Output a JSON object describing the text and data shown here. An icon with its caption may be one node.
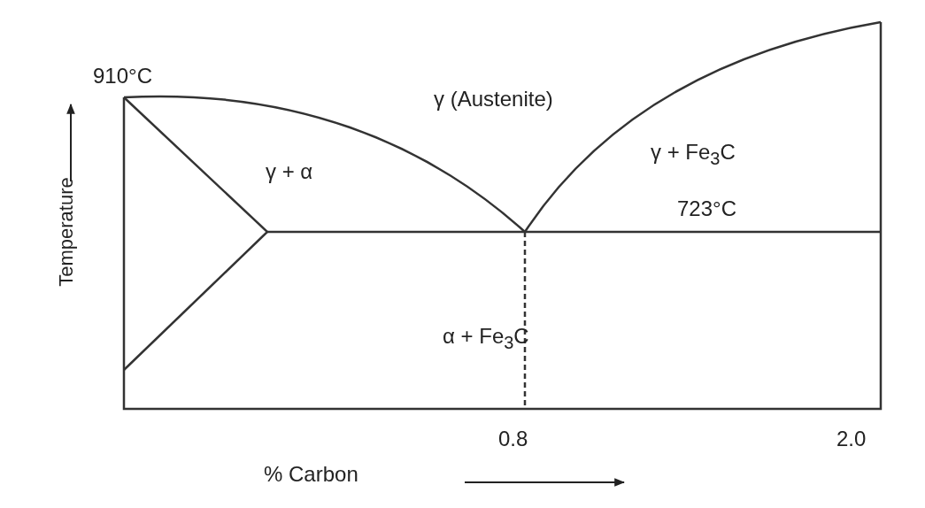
{
  "diagram": {
    "labels": [
      "910°C",
      "γ (Austenite)",
      "γ + Fe$_{3}$C",
      "γ + α",
      "723°C",
      "α + Fe$_{3}$C",
      "Temperature",
      "0.8",
      "2.0",
      "% Carbon"
    ]
  }
}
